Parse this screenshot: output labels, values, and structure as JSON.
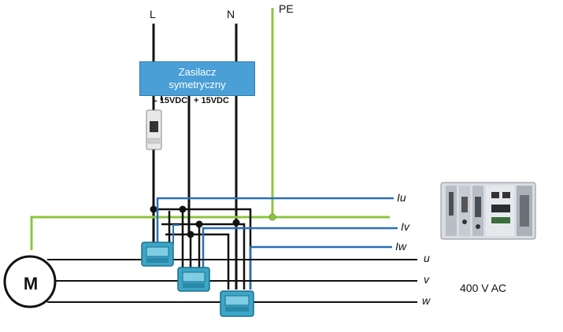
{
  "lines": {
    "L": "L",
    "N": "N",
    "PE": "PE"
  },
  "power_supply": {
    "line1": "Zasilacz",
    "line2": "symetryczny",
    "minus_label": "- 15VDC",
    "plus_label": "+ 15VDC"
  },
  "signals": {
    "iu": "Iu",
    "iv": "Iv",
    "iw": "Iw"
  },
  "phases": {
    "u": "u",
    "v": "v",
    "w": "w"
  },
  "motor": {
    "label": "M"
  },
  "voltage_label": "400 V AC",
  "colors": {
    "wire": "#111111",
    "pe": "#8cc63f",
    "signal": "#2a6fb8",
    "psu": "#4a9fd6",
    "sensor": "#3aa6c8"
  }
}
